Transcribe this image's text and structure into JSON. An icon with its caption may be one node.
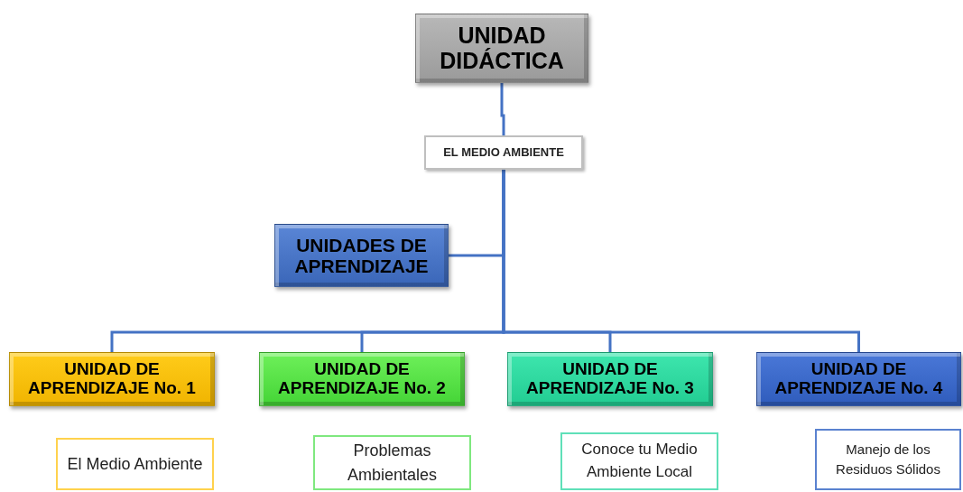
{
  "diagram": {
    "nodes": [
      {
        "text": [
          "UNIDAD DIDÁCTICA"
        ]
      },
      {
        "text": [
          "EL MEDIO AMBIENTE"
        ]
      },
      {
        "text": [
          "UNIDADES DE APRENDIZAJE"
        ]
      },
      {
        "text": [
          "UNIDAD DE APRENDIZAJE No. 1"
        ]
      },
      {
        "text": [
          "UNIDAD DE APRENDIZAJE No. 2"
        ]
      },
      {
        "text": [
          "UNIDAD DE APRENDIZAJE No.  3"
        ]
      },
      {
        "text": [
          "UNIDAD DE APRENDIZAJE No. 4"
        ]
      },
      {
        "text": [
          "El Medio Ambiente"
        ]
      },
      {
        "text": [
          "Problemas Ambientales"
        ]
      },
      {
        "text": [
          "Conoce tu Medio Ambiente Local"
        ]
      },
      {
        "text": [
          "Manejo de los Residuos Sólidos"
        ]
      }
    ],
    "edges": [
      {
        "from": 0,
        "to": 1,
        "arrow": "none"
      },
      {
        "from": 1,
        "to": 2,
        "arrow": "none"
      },
      {
        "from": 1,
        "to": 3,
        "arrow": "none"
      },
      {
        "from": 1,
        "to": 4,
        "arrow": "none"
      },
      {
        "from": 1,
        "to": 5,
        "arrow": "none"
      },
      {
        "from": 1,
        "to": 6,
        "arrow": "none"
      }
    ]
  }
}
